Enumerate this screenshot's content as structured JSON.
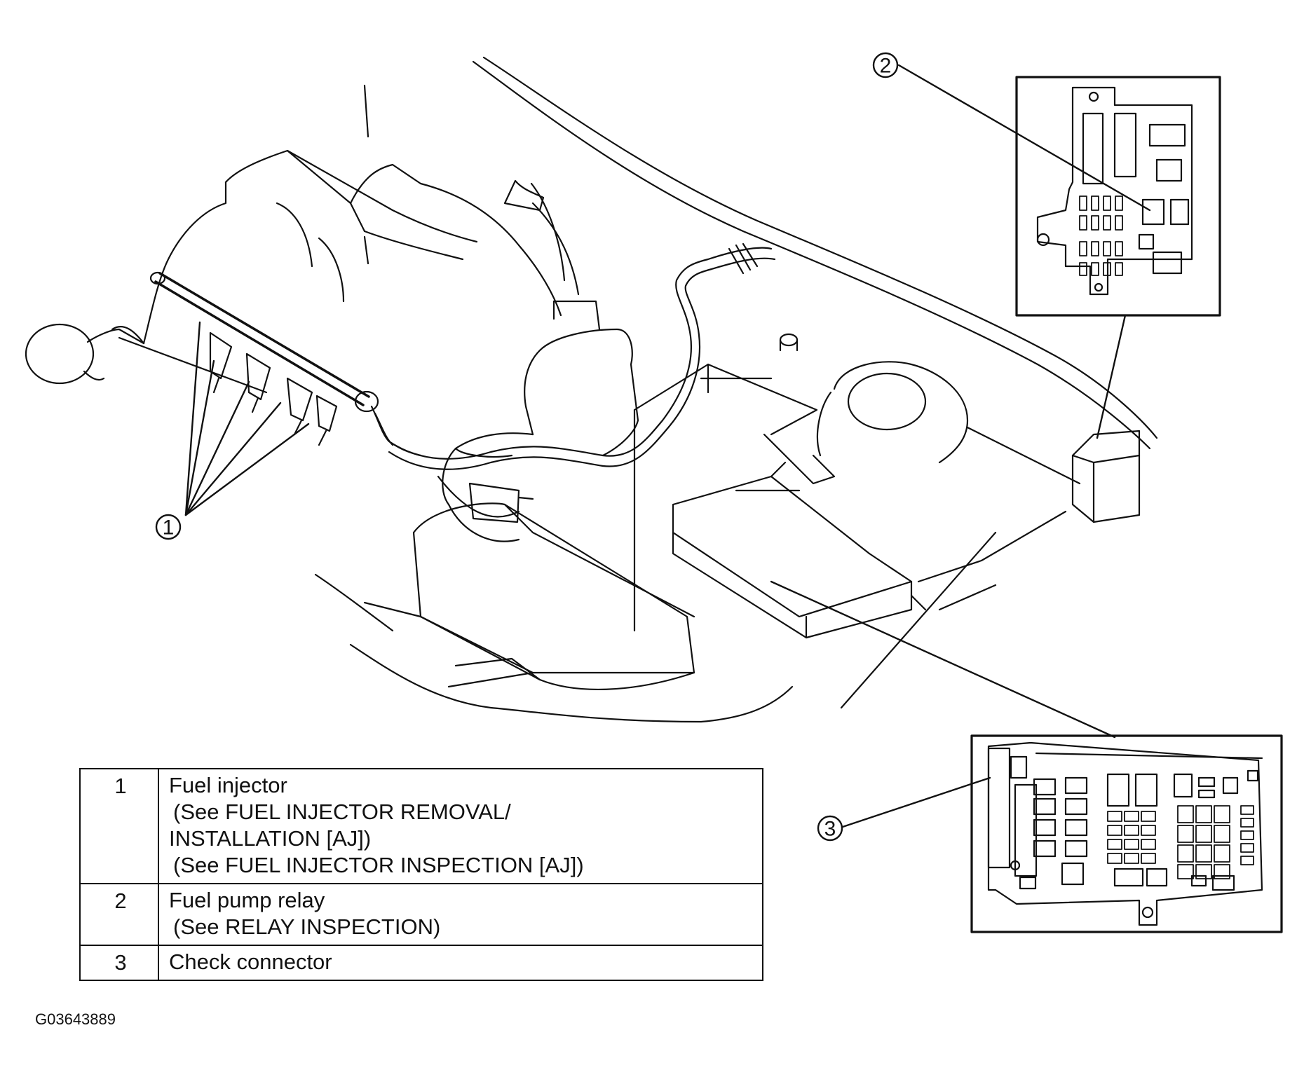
{
  "callouts": [
    {
      "id": "1",
      "label": "1"
    },
    {
      "id": "2",
      "label": "2"
    },
    {
      "id": "3",
      "label": "3"
    }
  ],
  "legend": [
    {
      "number": "1",
      "lines": [
        "Fuel injector",
        "(See FUEL INJECTOR REMOVAL/",
        "INSTALLATION [AJ])",
        "(See  FUEL INJECTOR INSPECTION [AJ])"
      ]
    },
    {
      "number": "2",
      "lines": [
        "Fuel pump relay",
        "(See RELAY INSPECTION)"
      ]
    },
    {
      "number": "3",
      "lines": [
        "Check connector"
      ]
    }
  ],
  "figure_id": "G03643889"
}
